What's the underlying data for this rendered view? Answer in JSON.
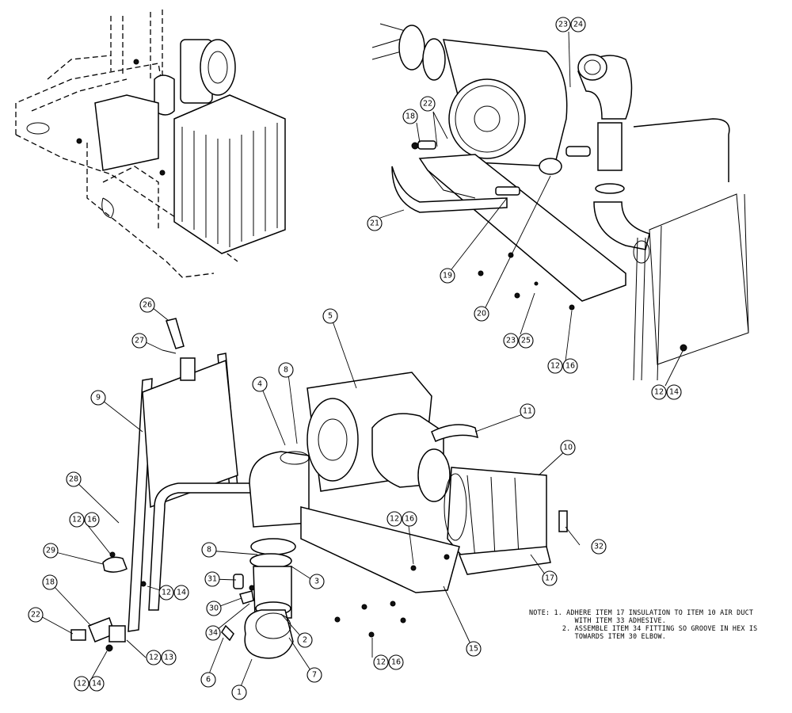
{
  "notes": {
    "line1": "NOTE: 1. ADHERE ITEM 17 INSULATION TO ITEM 10 AIR DUCT",
    "line2": "           WITH ITEM 33 ADHESIVE.",
    "line3": "        2. ASSEMBLE ITEM 34 FITTING SO GROOVE IN HEX IS",
    "line4": "           TOWARDS ITEM 30 ELBOW."
  },
  "callouts": {
    "top_right": [
      {
        "id": "tr-23",
        "text": "23"
      },
      {
        "id": "tr-24",
        "text": "24"
      },
      {
        "id": "tr-22",
        "text": "22"
      },
      {
        "id": "tr-18",
        "text": "18"
      },
      {
        "id": "tr-21",
        "text": "21"
      },
      {
        "id": "tr-19",
        "text": "19"
      },
      {
        "id": "tr-20",
        "text": "20"
      },
      {
        "id": "tr-23b",
        "text": "23"
      },
      {
        "id": "tr-25",
        "text": "25"
      },
      {
        "id": "tr-12a",
        "text": "12"
      },
      {
        "id": "tr-16",
        "text": "16"
      },
      {
        "id": "tr-12b",
        "text": "12"
      },
      {
        "id": "tr-14",
        "text": "14"
      }
    ],
    "bottom": [
      {
        "id": "b-26",
        "text": "26"
      },
      {
        "id": "b-27",
        "text": "27"
      },
      {
        "id": "b-9",
        "text": "9"
      },
      {
        "id": "b-4",
        "text": "4"
      },
      {
        "id": "b-8a",
        "text": "8"
      },
      {
        "id": "b-5",
        "text": "5"
      },
      {
        "id": "b-11",
        "text": "11"
      },
      {
        "id": "b-10",
        "text": "10"
      },
      {
        "id": "b-28",
        "text": "28"
      },
      {
        "id": "b-12a",
        "text": "12"
      },
      {
        "id": "b-16a",
        "text": "16"
      },
      {
        "id": "b-12b",
        "text": "12"
      },
      {
        "id": "b-16b",
        "text": "16"
      },
      {
        "id": "b-29",
        "text": "29"
      },
      {
        "id": "b-8b",
        "text": "8"
      },
      {
        "id": "b-31",
        "text": "31"
      },
      {
        "id": "b-3",
        "text": "3"
      },
      {
        "id": "b-12c",
        "text": "12"
      },
      {
        "id": "b-14a",
        "text": "14"
      },
      {
        "id": "b-32",
        "text": "32"
      },
      {
        "id": "b-17",
        "text": "17"
      },
      {
        "id": "b-18",
        "text": "18"
      },
      {
        "id": "b-30",
        "text": "30"
      },
      {
        "id": "b-15",
        "text": "15"
      },
      {
        "id": "b-34",
        "text": "34"
      },
      {
        "id": "b-2",
        "text": "2"
      },
      {
        "id": "b-22",
        "text": "22"
      },
      {
        "id": "b-6",
        "text": "6"
      },
      {
        "id": "b-7",
        "text": "7"
      },
      {
        "id": "b-12d",
        "text": "12"
      },
      {
        "id": "b-13",
        "text": "13"
      },
      {
        "id": "b-12e",
        "text": "12"
      },
      {
        "id": "b-16c",
        "text": "16"
      },
      {
        "id": "b-12f",
        "text": "12"
      },
      {
        "id": "b-14b",
        "text": "14"
      },
      {
        "id": "b-1",
        "text": "1"
      }
    ]
  }
}
